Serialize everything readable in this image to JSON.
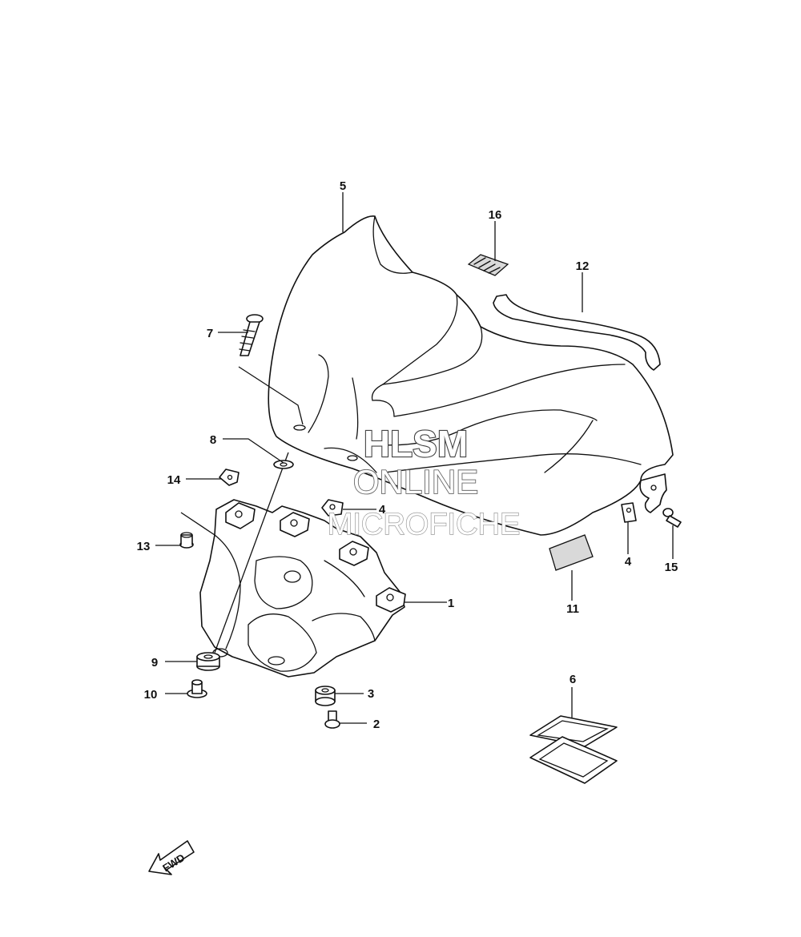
{
  "callouts": {
    "c1": "1",
    "c2": "2",
    "c3": "3",
    "c4a": "4",
    "c4b": "4",
    "c5": "5",
    "c6": "6",
    "c7": "7",
    "c8": "8",
    "c9": "9",
    "c10": "10",
    "c11": "11",
    "c12": "12",
    "c13": "13",
    "c14": "14",
    "c15": "15",
    "c16": "16"
  },
  "watermark": {
    "line1": "HLSM",
    "line2": "ONLINE",
    "line3": "MICROFICHE"
  },
  "direction_arrow": {
    "label": "FWD",
    "icon": "fwd-arrow-icon"
  },
  "colors": {
    "line": "#111111",
    "background": "#ffffff"
  }
}
